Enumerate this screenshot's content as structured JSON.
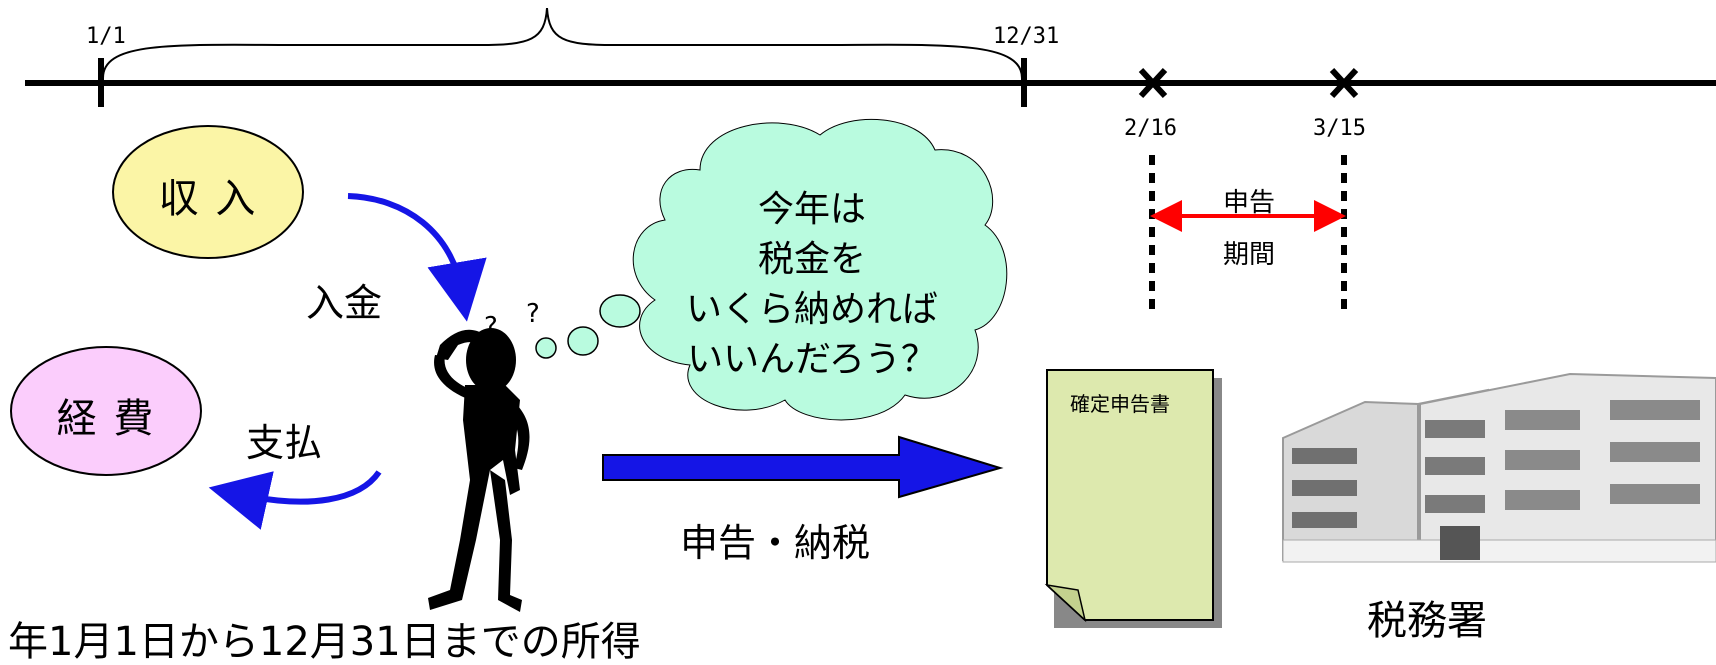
{
  "timeline": {
    "dates": {
      "start": "1/1",
      "end": "12/31",
      "deadline_open": "2/16",
      "deadline_close": "3/15"
    }
  },
  "flow": {
    "income": "収 入",
    "expense": "経 費",
    "deposit": "入金",
    "payment": "支払",
    "filing": "申告・納税"
  },
  "thought_bubble": {
    "lines": [
      "今年は",
      "税金を",
      "いくら納めれば",
      "いいんだろう？"
    ]
  },
  "period": {
    "line1": "申告",
    "line2": "期間"
  },
  "document": {
    "title": "確定申告書"
  },
  "office": {
    "label": "税務署"
  },
  "footer": {
    "partial_text": "年1月1日から12月31日までの所得"
  },
  "colors": {
    "income_fill": "#fbf5a6",
    "expense_fill": "#fbcdfc",
    "cloud_fill": "#b9fbdf",
    "document_fill": "#dde9ae",
    "arrow_blue": "#1515e6",
    "period_red": "#ff0000"
  }
}
